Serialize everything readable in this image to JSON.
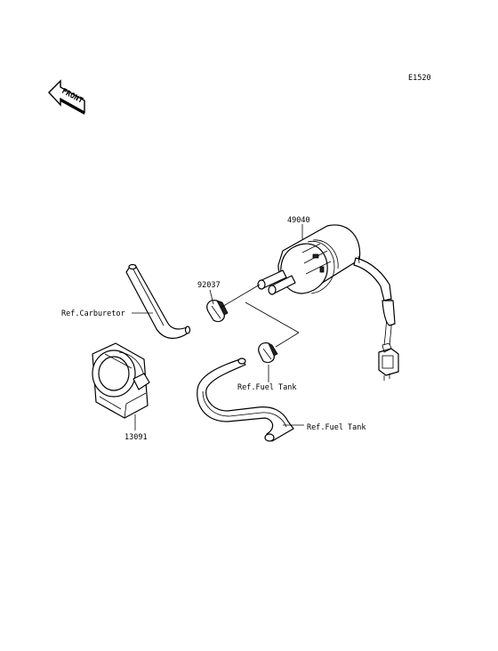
{
  "diagram_code": "E1520",
  "front_label": "FRONT",
  "callouts": {
    "fuel_pump": "49040",
    "clamp": "92037",
    "ref_carburetor": "Ref.Carburetor",
    "ref_fuel_tank_1": "Ref.Fuel Tank",
    "ref_fuel_tank_2": "Ref.Fuel Tank",
    "bracket": "13091"
  }
}
